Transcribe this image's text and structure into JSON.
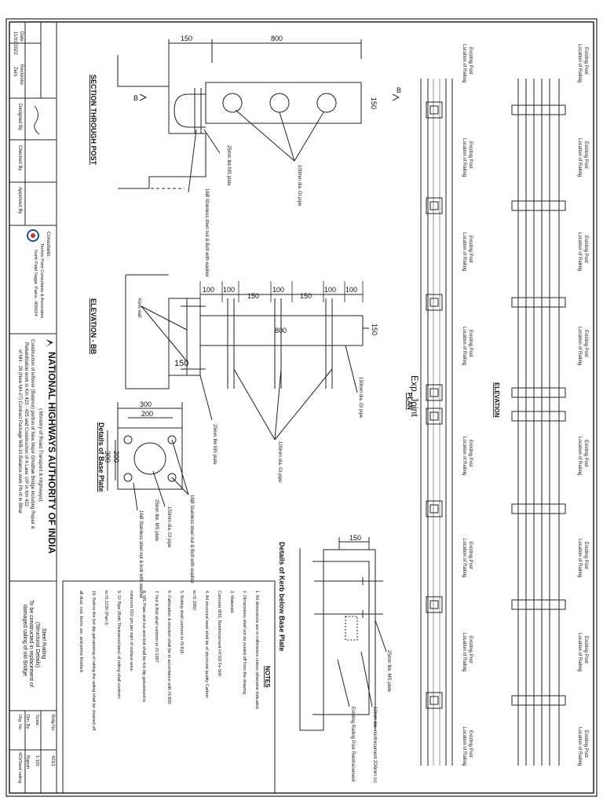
{
  "title_block": {
    "date_label": "Date",
    "date_value": "11/01/2022",
    "revision_label": "Revisions",
    "revision_value": "Zero",
    "designed_by_label": "Designed By",
    "checked_by_label": "Checked By",
    "approved_by_label": "Approved By",
    "consultant_heading": "Consultants :",
    "consultant_name": "Techno Point Consultants & Associates",
    "consultant_address": "North Patel Nagar, Patna - 800024",
    "authority_name": "NATIONAL HIGHWAYS AUTHORITY OF INDIA",
    "ministry": "( Ministry of Road Transport & Highways)",
    "project_line1": "Construction of leftover (Balance) portion of New Major Ghodhak Bridge including Repair &",
    "project_line2": "Rehabilitation work in Km 423 - 425 and Construction of 4-Lane U/P in Km 422",
    "project_line3": "of NH - 28 (New NH-27) Contract Package WB-10 Balance work Ph-III in Bihar",
    "drawing_title": "Steel Railing",
    "drawing_subtitle": "(Structural Details)",
    "drawing_desc1": "To be constructed in replacement of",
    "drawing_desc2": "damaged railing of old Bridge",
    "bridge_no_label": "Brdg.No:",
    "bridge_no_value": "423/1",
    "scale_label": "Scale :",
    "scale_value": "1:100",
    "drawn_by_label": "Drn. By :",
    "drawn_by_value": "Rajesh",
    "drawing_no_label": "Drg. No :",
    "drawing_no_value": "423/Steel railing"
  },
  "section_through_post": {
    "title": "SECTION THROUGH POST",
    "dim_top_left": "150",
    "dim_top_right": "800",
    "dim_side": "150",
    "label_plate": "25mm thk MS plate",
    "label_bolts": "16Ø Stainless steel nut & Bolt with washer",
    "label_pipe": "100mm dia. GI pipe",
    "section_mark_left": "B",
    "section_mark_right": "B"
  },
  "elevation_bb": {
    "title": "ELEVATION - BB",
    "dims": [
      "100",
      "100",
      "150",
      "100",
      "150",
      "100",
      "100"
    ],
    "dim_length": "800",
    "dim_end": "150",
    "dim_base": "150",
    "label_pipe_small": "150mm dia. GI pipe",
    "label_pipe": "100mm dia. GI pipe",
    "label_plate": "25mm thk MS plate",
    "label_wall": "Kerb wall"
  },
  "base_plate": {
    "title": "Details of Base Plate",
    "dim_outer": "300",
    "dim_inner": "200",
    "dim_side_inner": "200",
    "dim_side_outer": "300",
    "label_bolts": "16Ø Stainless steel nut & Bolt with washer",
    "label_pipe": "150mm dia. GI pipe",
    "label_plate": "25mm thk. MS plate",
    "label_bolts2": "16Ø Stainless steel nut & bolt with washer"
  },
  "kerb_detail": {
    "title": "Details of Kerb below Base Plate",
    "dim": "150",
    "label_plate": "25mm thk. MS plate",
    "label_bar": "12mm dia. reinforcement 200mm c/c",
    "label_railing": "Existing Railing Post Reinforcement"
  },
  "plan": {
    "title": "PLAN",
    "joint_label": "Exp. Joint",
    "post_label_1": "Existing Post",
    "post_label_2": "Location of Railing"
  },
  "elevation": {
    "title": "ELEVATION",
    "post_label_1": "Existing Post",
    "post_label_2": "Location of Railing"
  },
  "notes": {
    "heading": "NOTES",
    "items": [
      "1. All dimensions are in millimeters unless otherwise indicated.",
      "2. Dimensions shall not be scaled off from the drawing.",
      "3. Materials:",
      "   Concrete M30, Reinforcement HYSD Fe-500",
      "4. All structural steel shall be of structural quality Carbon",
      "   to IS 2062.",
      "5. Bolting shall conform to IS:816.",
      "6. Fabrication & erection shall be in accordance with IS:800.",
      "7. Nut & Bolt shall conform to IS:1367.",
      "8. MS Plate and nut and bolt shall be hot dip galvanised to",
      "   minimum 610 gm per sqm of surface area.",
      "9. GI Pipe (Both Thickness/class) of railing shall conform",
      "   to IS:1239 (Part-I).",
      "10. Before the hot dip galvanising of railing the railing shall be cleaned off",
      "    all dust, rust, burrs, etc. and prime finished."
    ]
  }
}
